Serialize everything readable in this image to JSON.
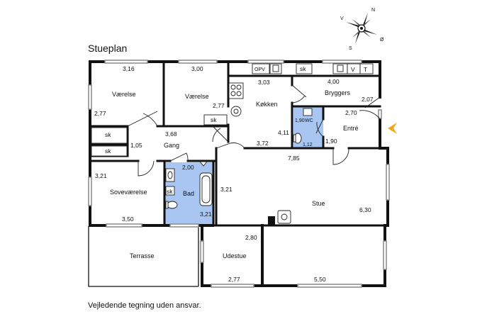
{
  "header": {
    "title": "Stueplan"
  },
  "footer": {
    "disclaimer": "Vejledende tegning uden ansvar."
  },
  "compass": {
    "n": "N",
    "s": "S",
    "v": "V",
    "o": "Ø"
  },
  "rooms": {
    "vaerelse1": "Værelse",
    "vaerelse2": "Værelse",
    "kokken": "Køkken",
    "bryggers": "Bryggers",
    "entre": "Entré",
    "wc": "WC",
    "gang": "Gang",
    "bad": "Bad",
    "sovevaerelse": "Soveværelse",
    "stue": "Stue",
    "udestue": "Udestue",
    "terrasse": "Terrasse"
  },
  "labels": {
    "sk_gang1": "sk",
    "sk_gang2": "sk",
    "sk_vaerelse2": "sk",
    "sk_bad": "sk",
    "sk_bryggers": "sk",
    "opv": "OPV",
    "v": "V",
    "t": "T"
  },
  "dimensions": {
    "vaerelse1_w": "3,16",
    "vaerelse1_h": "2,77",
    "vaerelse2_w": "3,00",
    "vaerelse2_h": "2,77",
    "kokken_w": "3,03",
    "kokken_h": "4,11",
    "kokken_bottom": "3,72",
    "bryggers_w": "4,00",
    "bryggers_h": "2,07",
    "entre_w": "2,70",
    "entre_h": "1,90",
    "wc_h": "1,90",
    "wc_w": "1,12",
    "gang_w": "3,68",
    "gang_h": "1,05",
    "bad_w": "2,00",
    "bad_h": "3,21",
    "sove_h": "3,21",
    "sove_w": "3,50",
    "stue_top": "7,85",
    "stue_left": "3,21",
    "stue_h": "6,30",
    "stue_bottom": "5,50",
    "udestue_w": "2,80",
    "udestue_bottom": "2,77"
  }
}
